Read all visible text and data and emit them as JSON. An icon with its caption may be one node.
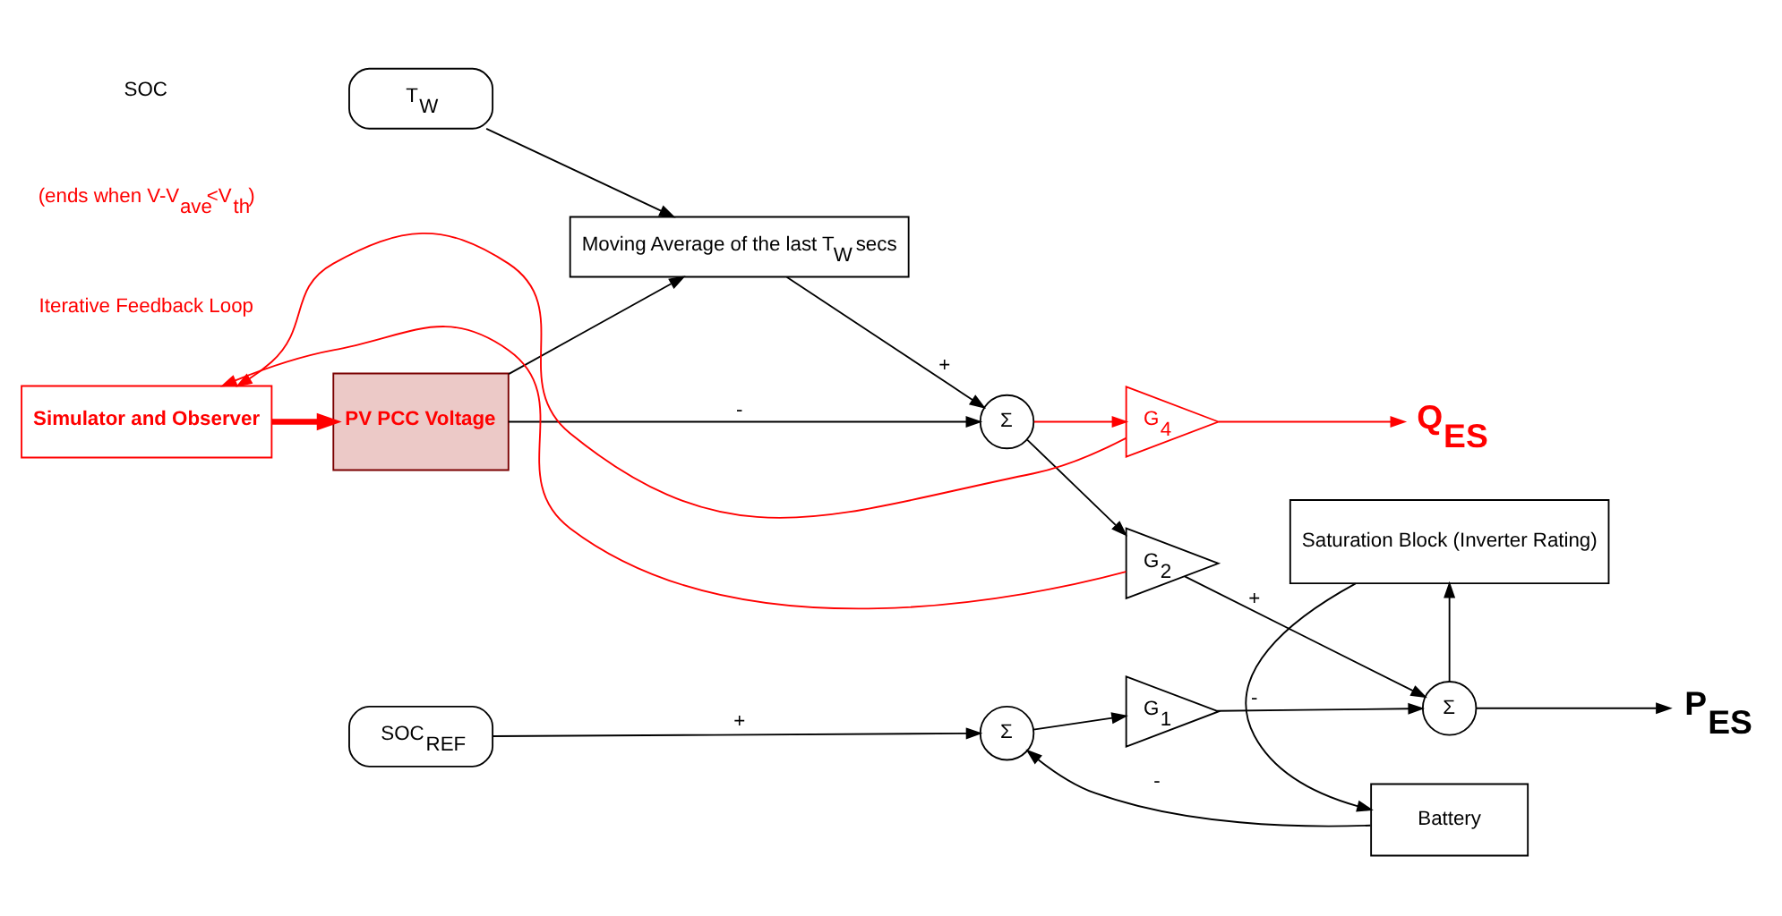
{
  "diagram": {
    "nodes": [
      {
        "text": [
          "Simulator and Observer"
        ]
      },
      {
        "text": [
          "PV PCC Voltage"
        ]
      },
      {
        "text": [
          "T$_{W}$"
        ]
      },
      {
        "text": [
          "Moving Average of the last T$_{W}$ secs"
        ]
      },
      {
        "text": [
          "Σ"
        ]
      },
      {
        "text": [
          "G$_{4}$"
        ]
      },
      {
        "text": [
          "G$_{2}$"
        ]
      },
      {
        "text": [
          "Σ"
        ]
      },
      {
        "text": [
          "Q$_{ES}$"
        ]
      },
      {
        "text": [
          "P$_{ES}$"
        ]
      },
      {
        "text": [
          "SOC$_{REF}$"
        ]
      },
      {
        "text": [
          "Σ"
        ]
      },
      {
        "text": [
          "G$_{1}$"
        ]
      },
      {
        "text": [
          "Battery"
        ]
      },
      {
        "text": [
          "Saturation Block (Inverter Rating)"
        ]
      }
    ],
    "edges": [
      {
        "from": 0,
        "to": 1,
        "arrow": "to",
        "color": "#ff0000",
        "style": "thick"
      },
      {
        "from": 2,
        "to": 3,
        "arrow": "to"
      },
      {
        "from": 1,
        "to": 3,
        "arrow": "to"
      },
      {
        "from": 1,
        "to": 4,
        "arrow": "to",
        "label": "-"
      },
      {
        "from": 3,
        "to": 4,
        "arrow": "to",
        "label": "+"
      },
      {
        "from": 4,
        "to": 5,
        "arrow": "to",
        "color": "#ff0000"
      },
      {
        "from": 4,
        "to": 6,
        "arrow": "to"
      },
      {
        "from": 5,
        "to": 8,
        "arrow": "to",
        "color": "#ff0000"
      },
      {
        "from": 5,
        "to": 0,
        "arrow": "to",
        "color": "#ff0000"
      },
      {
        "from": 6,
        "to": 7,
        "arrow": "to",
        "label": "+"
      },
      {
        "from": 6,
        "to": 0,
        "arrow": "to",
        "color": "#ff0000"
      },
      {
        "from": 7,
        "to": 9,
        "arrow": "to"
      },
      {
        "from": 7,
        "to": 14,
        "arrow": "to"
      },
      {
        "from": 10,
        "to": 11,
        "arrow": "to",
        "label": "+"
      },
      {
        "from": 11,
        "to": 12,
        "arrow": "to"
      },
      {
        "from": 12,
        "to": 7,
        "arrow": "to",
        "label": "-"
      },
      {
        "from": 14,
        "to": 13,
        "arrow": "to"
      },
      {
        "from": 13,
        "to": 11,
        "arrow": "to",
        "label": "-"
      }
    ],
    "labels": [
      "Iterative Feedback Loop",
      "(ends when V-V$_{ave}$<V$_{th}$)",
      "SOC"
    ]
  }
}
